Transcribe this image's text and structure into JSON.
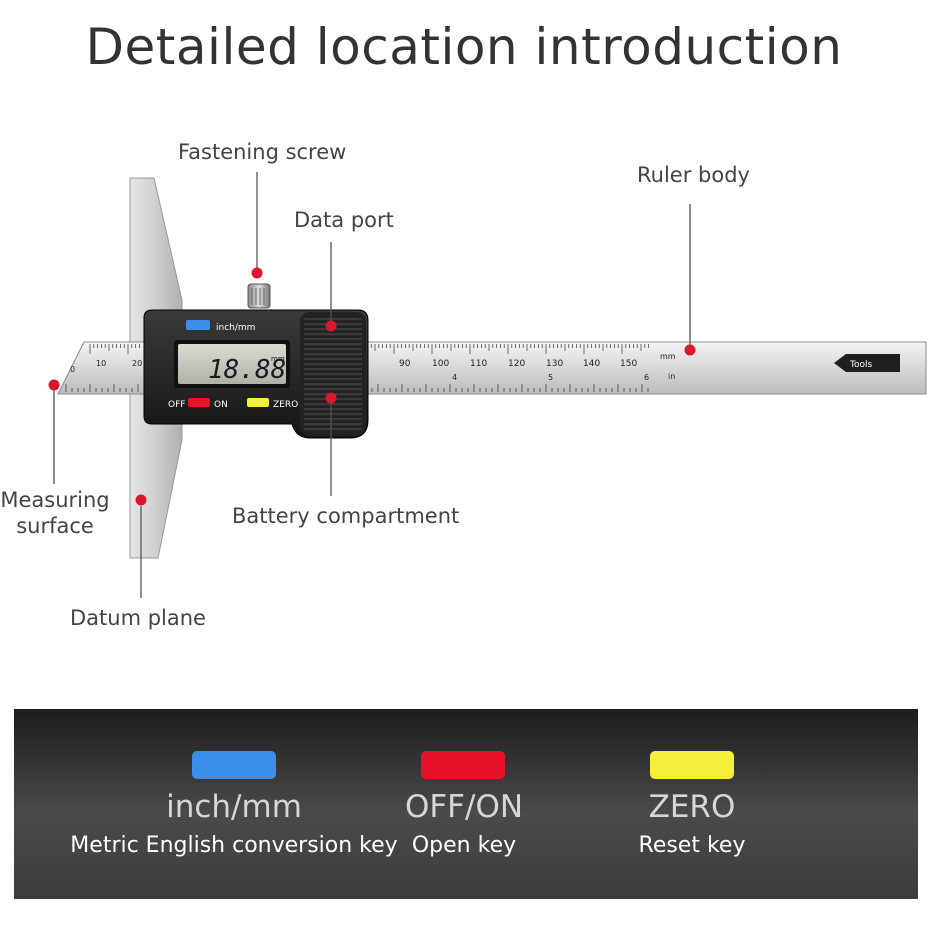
{
  "title": "Detailed location introduction",
  "callouts": {
    "fastening_screw": "Fastening screw",
    "data_port": "Data port",
    "ruler_body": "Ruler body",
    "measuring_surface_1": "Measuring",
    "measuring_surface_2": "surface",
    "battery_compartment": "Battery compartment",
    "datum_plane": "Datum plane"
  },
  "device": {
    "display_reading": "18.88",
    "display_unit": "mm",
    "inch_mm_label": "inch/mm",
    "off_label": "OFF",
    "on_label": "ON",
    "zero_label": "ZERO",
    "brand": "Tools",
    "mm_label": "mm",
    "in_label": "in",
    "mm_ticks_left": [
      "0",
      "10",
      "20"
    ],
    "mm_ticks_right": [
      "90",
      "100",
      "110",
      "120",
      "130",
      "140",
      "150"
    ],
    "inch_ticks": [
      "4",
      "5",
      "6"
    ]
  },
  "keys": [
    {
      "label": "inch/mm",
      "desc": "Metric English conversion key",
      "color": "#3b8fe8"
    },
    {
      "label": "OFF/ON",
      "desc": "Open key",
      "color": "#e8112a"
    },
    {
      "label": "ZERO",
      "desc": "Reset key",
      "color": "#f5ee3a"
    }
  ],
  "colors": {
    "marker": "#d9182e",
    "leader": "#555555",
    "panel": "#2e2e2e"
  }
}
